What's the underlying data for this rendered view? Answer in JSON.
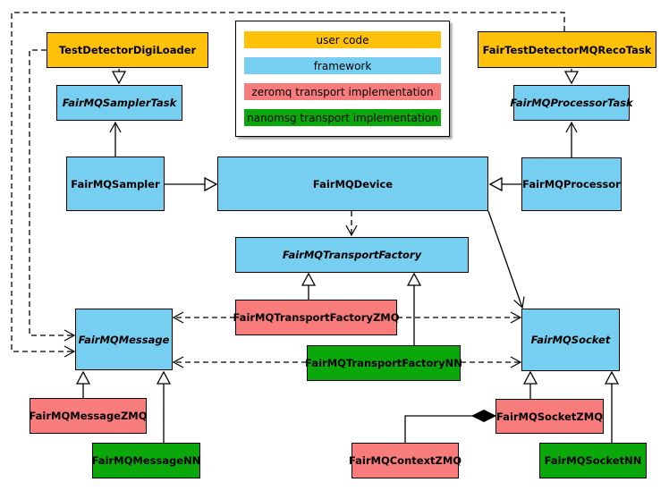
{
  "diagram": {
    "legend": {
      "items": [
        {
          "id": "user",
          "label": "user code"
        },
        {
          "id": "framework",
          "label": "framework"
        },
        {
          "id": "zeromq",
          "label": "zeromq transport implementation"
        },
        {
          "id": "nanomsg",
          "label": "nanomsg transport implementation"
        }
      ]
    },
    "colors": {
      "user": "#FFC10A",
      "framework": "#76CFF1",
      "zeromq": "#F97C7C",
      "nanomsg": "#0BA80B",
      "border": "#000000",
      "line": "#000000",
      "background": "#FFFFFF"
    },
    "nodes": {
      "testDetectorDigiLoader": {
        "label": "TestDetectorDigiLoader",
        "category": "user"
      },
      "fairTestDetectorMQRecoTask": {
        "label": "FairTestDetectorMQRecoTask",
        "category": "user"
      },
      "fairMQSamplerTask": {
        "label": "FairMQSamplerTask",
        "category": "framework",
        "abstract": true
      },
      "fairMQProcessorTask": {
        "label": "FairMQProcessorTask",
        "category": "framework",
        "abstract": true
      },
      "fairMQSampler": {
        "label": "FairMQSampler",
        "category": "framework"
      },
      "fairMQDevice": {
        "label": "FairMQDevice",
        "category": "framework"
      },
      "fairMQProcessor": {
        "label": "FairMQProcessor",
        "category": "framework"
      },
      "fairMQTransportFactory": {
        "label": "FairMQTransportFactory",
        "category": "framework",
        "abstract": true
      },
      "fairMQTransportFactoryZMQ": {
        "label": "FairMQTransportFactoryZMQ",
        "category": "zeromq"
      },
      "fairMQTransportFactoryNN": {
        "label": "FairMQTransportFactoryNN",
        "category": "nanomsg"
      },
      "fairMQMessage": {
        "label": "FairMQMessage",
        "category": "framework",
        "abstract": true
      },
      "fairMQSocket": {
        "label": "FairMQSocket",
        "category": "framework",
        "abstract": true
      },
      "fairMQMessageZMQ": {
        "label": "FairMQMessageZMQ",
        "category": "zeromq"
      },
      "fairMQMessageNN": {
        "label": "FairMQMessageNN",
        "category": "nanomsg"
      },
      "fairMQContextZMQ": {
        "label": "FairMQContextZMQ",
        "category": "zeromq"
      },
      "fairMQSocketZMQ": {
        "label": "FairMQSocketZMQ",
        "category": "zeromq"
      },
      "fairMQSocketNN": {
        "label": "FairMQSocketNN",
        "category": "nanomsg"
      }
    }
  }
}
